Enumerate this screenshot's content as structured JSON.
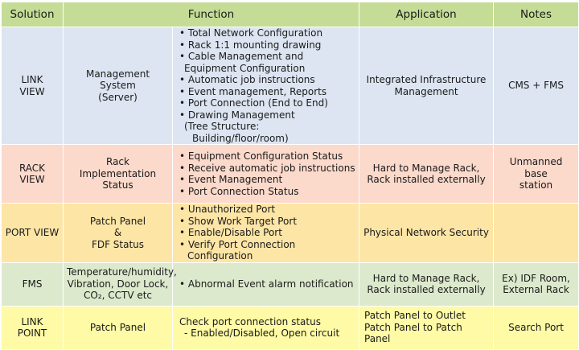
{
  "headers": [
    "Solution",
    "Function",
    "Application",
    "Notes"
  ],
  "rows": [
    {
      "solution": [
        "LINK",
        "VIEW"
      ],
      "system": [
        "Management System",
        "(Server)"
      ],
      "functions": [
        {
          "text": "Total Network Configuration"
        },
        {
          "text": "Rack 1:1 mounting drawing"
        },
        {
          "text": "Cable Management and",
          "sub": "Equipment Configuration"
        },
        {
          "text": "Automatic job instructions"
        },
        {
          "text": "Event management, Reports"
        },
        {
          "text": "Port Connection (End to End)"
        },
        {
          "text": "Drawing Management",
          "sub": "(Tree Structure: Building/floor/room)"
        }
      ],
      "application": [
        "Integrated Infrastructure",
        "Management"
      ],
      "notes": [
        "CMS + FMS"
      ]
    },
    {
      "solution": [
        "RACK",
        "VIEW"
      ],
      "system": [
        "Rack Implementation",
        "Status"
      ],
      "functions": [
        {
          "text": "Equipment Configuration Status"
        },
        {
          "text": "Receive automatic job instructions"
        },
        {
          "text": "Event Management"
        },
        {
          "text": "Port Connection Status"
        }
      ],
      "application": [
        "Hard to Manage Rack,",
        "Rack installed externally"
      ],
      "notes": [
        "Unmanned base",
        "station"
      ]
    },
    {
      "solution": [
        "PORT VIEW"
      ],
      "system": [
        "Patch Panel",
        "&",
        "FDF Status"
      ],
      "functions": [
        {
          "text": "Unauthorized Port"
        },
        {
          "text": "Show Work Target Port"
        },
        {
          "text": "Enable/Disable Port"
        },
        {
          "text": "Verify Port Connection Configuration"
        }
      ],
      "application": [
        "Physical Network Security"
      ],
      "notes": []
    },
    {
      "solution": [
        "FMS"
      ],
      "system": [
        "Temperature/humidity,",
        "Vibration, Door Lock,",
        "CO₂, CCTV etc"
      ],
      "functions": [
        {
          "text": "Abnormal Event alarm notification"
        }
      ],
      "application": [
        "Hard to Manage Rack,",
        "Rack installed externally"
      ],
      "notes": [
        "Ex) IDF Room,",
        "External Rack"
      ]
    },
    {
      "solution": [
        "LINK",
        "POINT"
      ],
      "system": [
        "Patch Panel"
      ],
      "plain_function": {
        "text": "Check port connection status",
        "sub": "- Enabled/Disabled, Open circuit"
      },
      "application": [
        "Patch Panel to Outlet",
        "Patch Panel to Patch Panel"
      ],
      "notes": [
        "Search Port"
      ]
    }
  ]
}
